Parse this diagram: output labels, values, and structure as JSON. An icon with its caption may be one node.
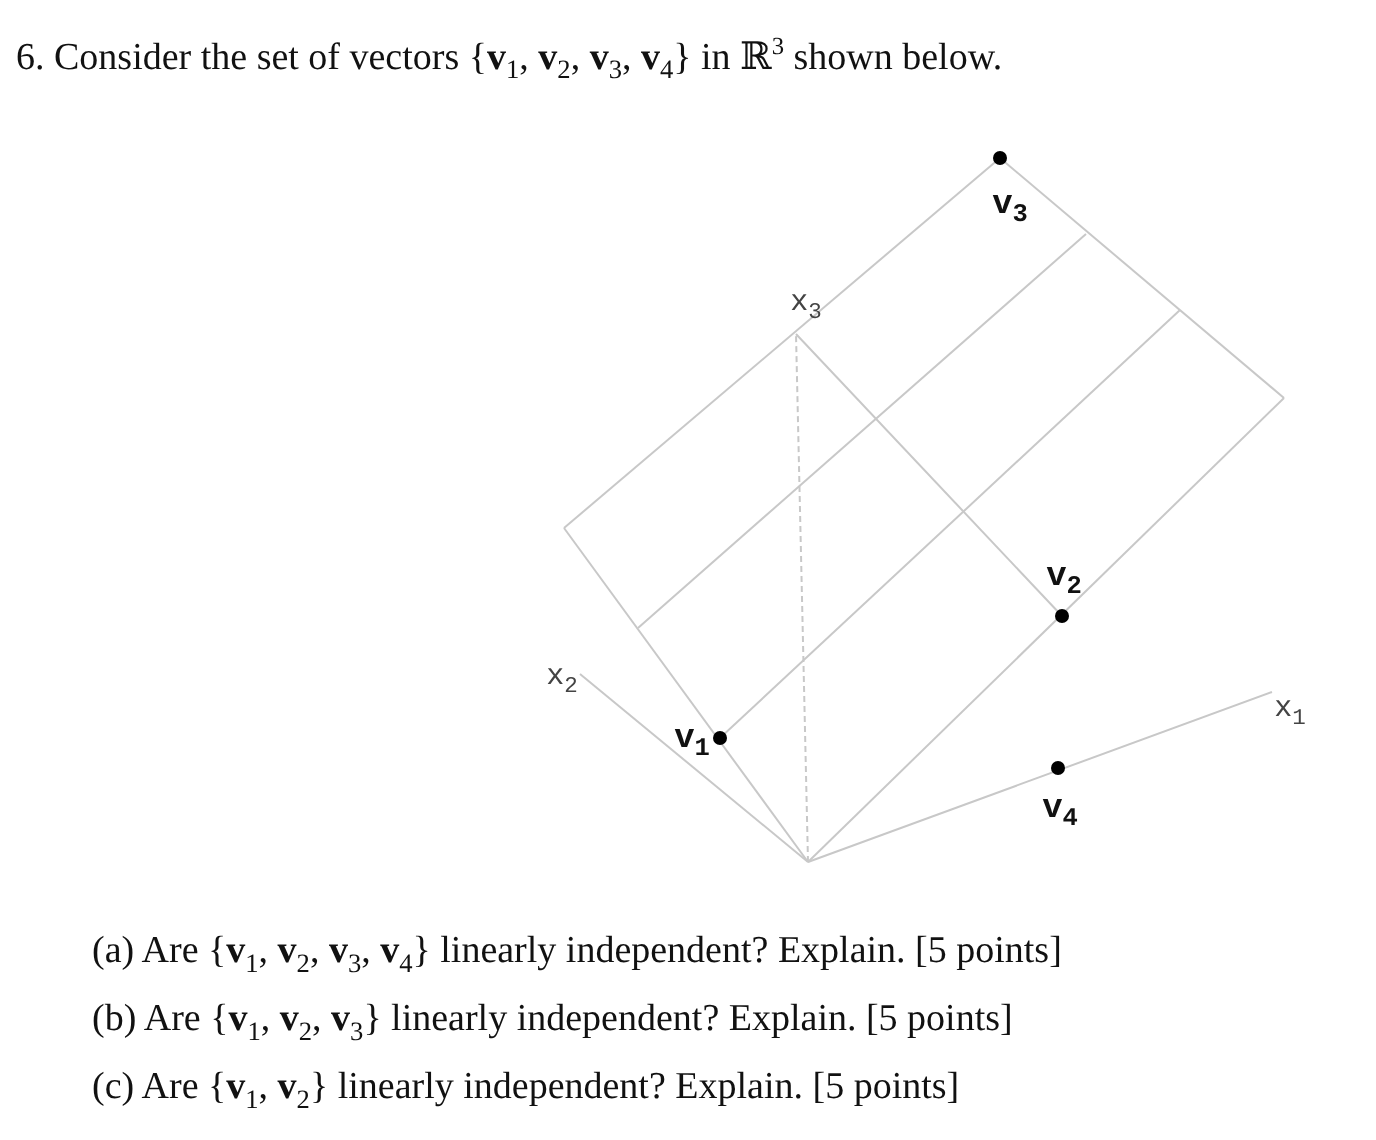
{
  "diagram": {
    "title": "6. Consider the set of vectors {**v**$_{1}$, **v**$_{2}$, **v**$_{3}$, **v**$_{4}$} in ℝ$^{3}$ shown below.",
    "labels": [
      "v$_{3}$",
      "x$_{3}$",
      "v$_{2}$",
      "x$_{2}$",
      "x$_{1}$",
      "v$_{1}$",
      "v$_{4}$",
      "(a) Are {**v**$_{1}$, **v**$_{2}$, **v**$_{3}$, **v**$_{4}$} linearly independent? Explain. [5 points]",
      "(b) Are {**v**$_{1}$, **v**$_{2}$, **v**$_{3}$} linearly independent? Explain. [5 points]",
      "(c) Are {**v**$_{1}$, **v**$_{2}$} linearly independent? Explain. [5 points]"
    ]
  }
}
